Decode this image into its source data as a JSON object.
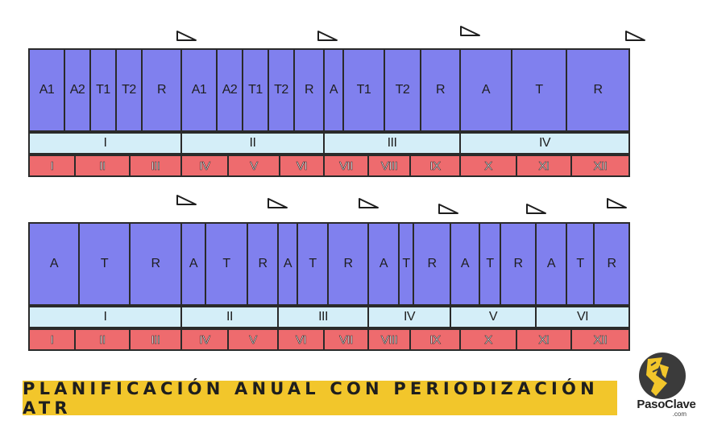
{
  "title": "PLANIFICACIÓN ANUAL CON PERIODIZACIÓN ATR",
  "logo": {
    "brand": "PasoClave",
    "domain": ".com",
    "name": "pasoclave-logo-icon"
  },
  "colors": {
    "block": "#8080ee",
    "mesocycle": "#d4eef8",
    "month": "#ee6b6e",
    "title_bar": "#f2c62b",
    "border": "#2a2a2a"
  },
  "top_plan": {
    "blocks": [
      "A1",
      "A2",
      "T1",
      "T2",
      "R",
      "A1",
      "A2",
      "T1",
      "T2",
      "R",
      "A",
      "T1",
      "T2",
      "R",
      "A",
      "T",
      "R"
    ],
    "mesocycles": [
      "I",
      "II",
      "III",
      "IV"
    ],
    "months": [
      "I",
      "II",
      "III",
      "IV",
      "V",
      "VI",
      "VII",
      "VIII",
      "IX",
      "X",
      "XI",
      "XII"
    ],
    "competition_marker_count": 4
  },
  "bottom_plan": {
    "blocks": [
      "A",
      "T",
      "R",
      "A",
      "T",
      "R",
      "A",
      "T",
      "R",
      "A",
      "T",
      "R",
      "A",
      "T",
      "R",
      "A",
      "T",
      "R"
    ],
    "mesocycles": [
      "I",
      "II",
      "III",
      "IV",
      "V",
      "VI"
    ],
    "months": [
      "I",
      "II",
      "III",
      "IV",
      "V",
      "VI",
      "VII",
      "VIII",
      "IX",
      "X",
      "XI",
      "XII"
    ],
    "competition_marker_count": 6
  }
}
